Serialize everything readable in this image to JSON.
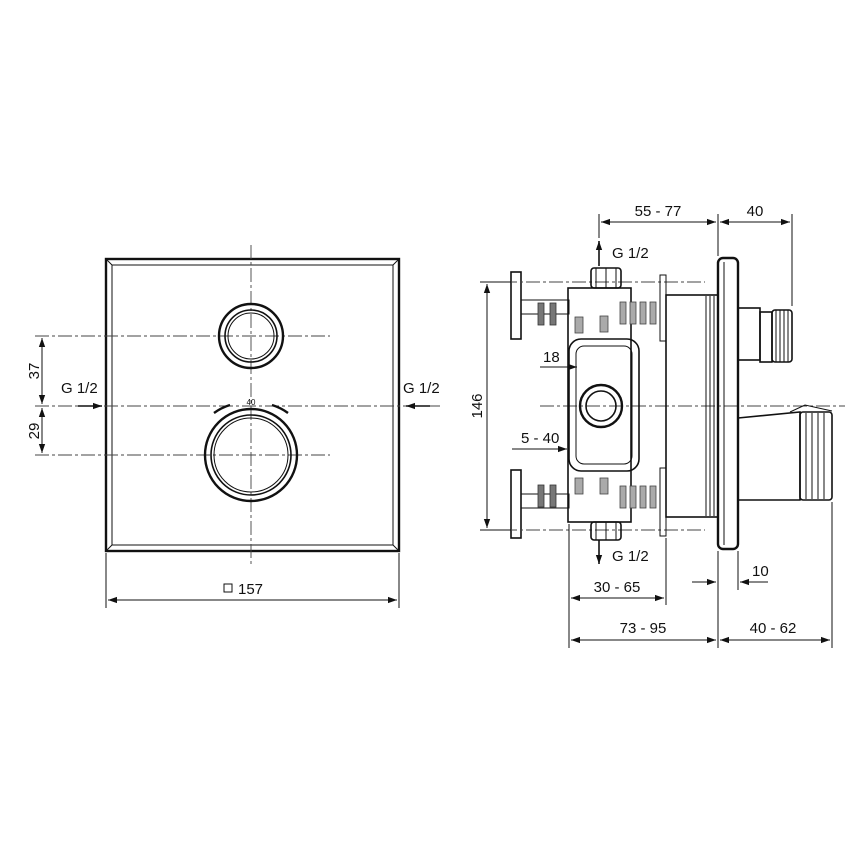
{
  "front_view": {
    "inlet_left_label": "G 1/2",
    "inlet_right_label": "G 1/2",
    "dim_upper": "37",
    "dim_lower": "29",
    "dim_width": "157",
    "dial_label": "40"
  },
  "side_view": {
    "outlet_top_label": "G 1/2",
    "outlet_bottom_label": "G 1/2",
    "dim_height": "146",
    "dim_18": "18",
    "dim_5_40": "5 - 40",
    "dim_55_77": "55 - 77",
    "dim_40": "40",
    "dim_10": "10",
    "dim_30_65": "30 - 65",
    "dim_73_95": "73 - 95",
    "dim_40_62": "40 - 62"
  }
}
